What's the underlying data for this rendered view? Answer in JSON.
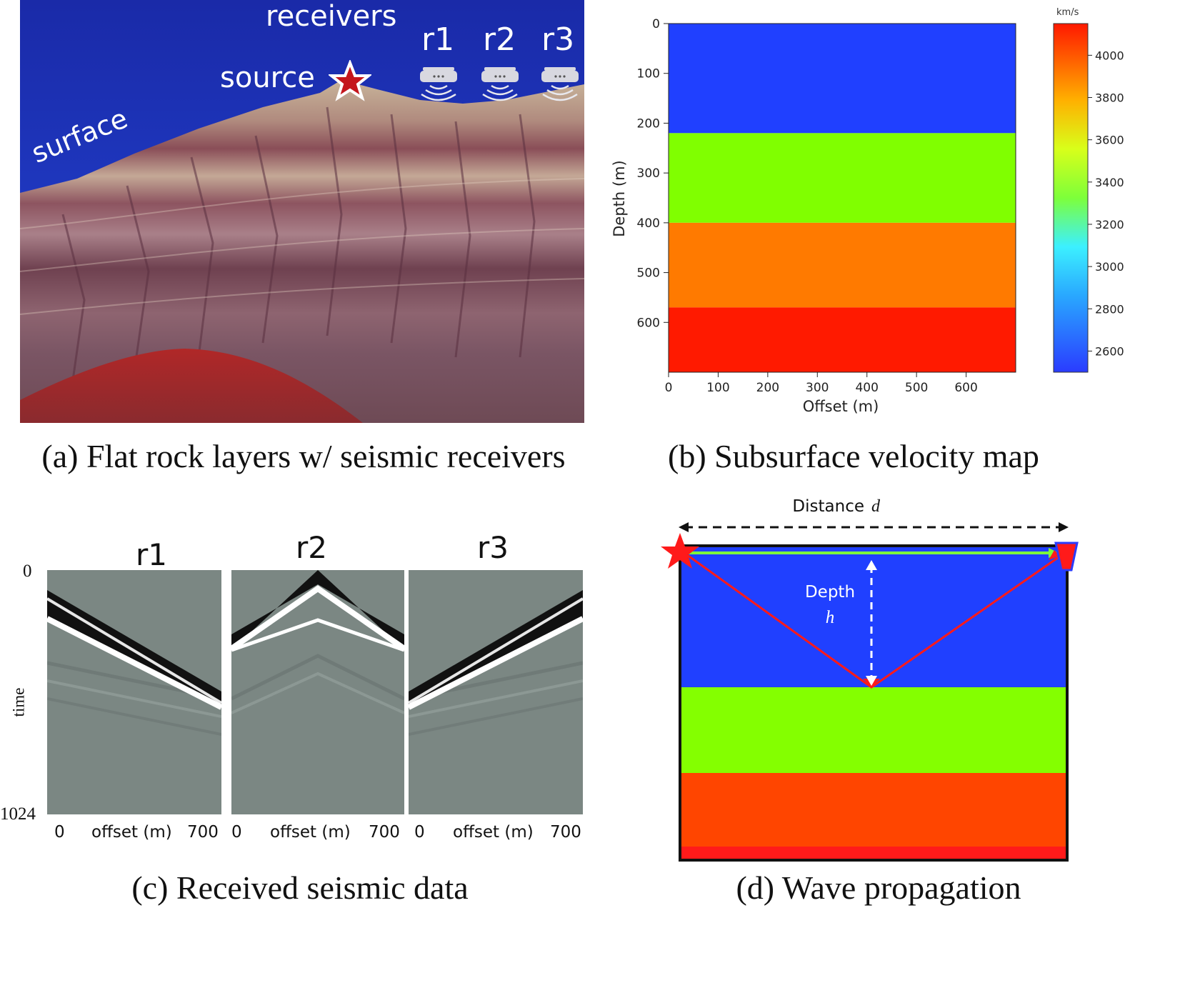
{
  "panel_a": {
    "labels": {
      "receivers": "receivers",
      "source": "source",
      "surface": "surface",
      "r1": "r1",
      "r2": "r2",
      "r3": "r3"
    },
    "caption": "(a) Flat rock layers w/ seismic receivers"
  },
  "panel_b": {
    "caption": "(b) Subsurface velocity map",
    "colorbar_unit": "km/s",
    "colorbar_ticks": [
      "4000",
      "3800",
      "3600",
      "3400",
      "3200",
      "3000",
      "2800",
      "2600"
    ],
    "colors": {
      "blue": "#2040ff",
      "green": "#80ff00",
      "orange": "#ff7a00",
      "red": "#ff1a00"
    }
  },
  "panel_c": {
    "caption": "(c) Received seismic data",
    "titles": [
      "r1",
      "r2",
      "r3"
    ],
    "ylabel": "time",
    "y_top": "0",
    "y_bottom": "1024",
    "xlabel": "offset (m)",
    "x_left": "0",
    "x_right": "700"
  },
  "panel_d": {
    "caption": "(d) Wave propagation",
    "distance_label": "Distance",
    "distance_var": "d",
    "depth_label": "Depth",
    "depth_var": "h"
  },
  "chart_data": {
    "type": "heatmap",
    "title": "",
    "xlabel": "Offset (m)",
    "ylabel": "Depth (m)",
    "xlim": [
      0,
      700
    ],
    "ylim": [
      700,
      0
    ],
    "x_ticks": [
      0,
      100,
      200,
      300,
      400,
      500,
      600
    ],
    "y_ticks": [
      0,
      100,
      200,
      300,
      400,
      500,
      600
    ],
    "colorbar": {
      "label": "km/s",
      "range": [
        2500,
        4150
      ],
      "ticks": [
        2600,
        2800,
        3000,
        3200,
        3400,
        3600,
        3800,
        4000
      ]
    },
    "layers": [
      {
        "depth_from": 0,
        "depth_to": 220,
        "velocity": 2500
      },
      {
        "depth_from": 220,
        "depth_to": 400,
        "velocity": 3450
      },
      {
        "depth_from": 400,
        "depth_to": 570,
        "velocity": 3900
      },
      {
        "depth_from": 570,
        "depth_to": 700,
        "velocity": 4150
      }
    ]
  }
}
